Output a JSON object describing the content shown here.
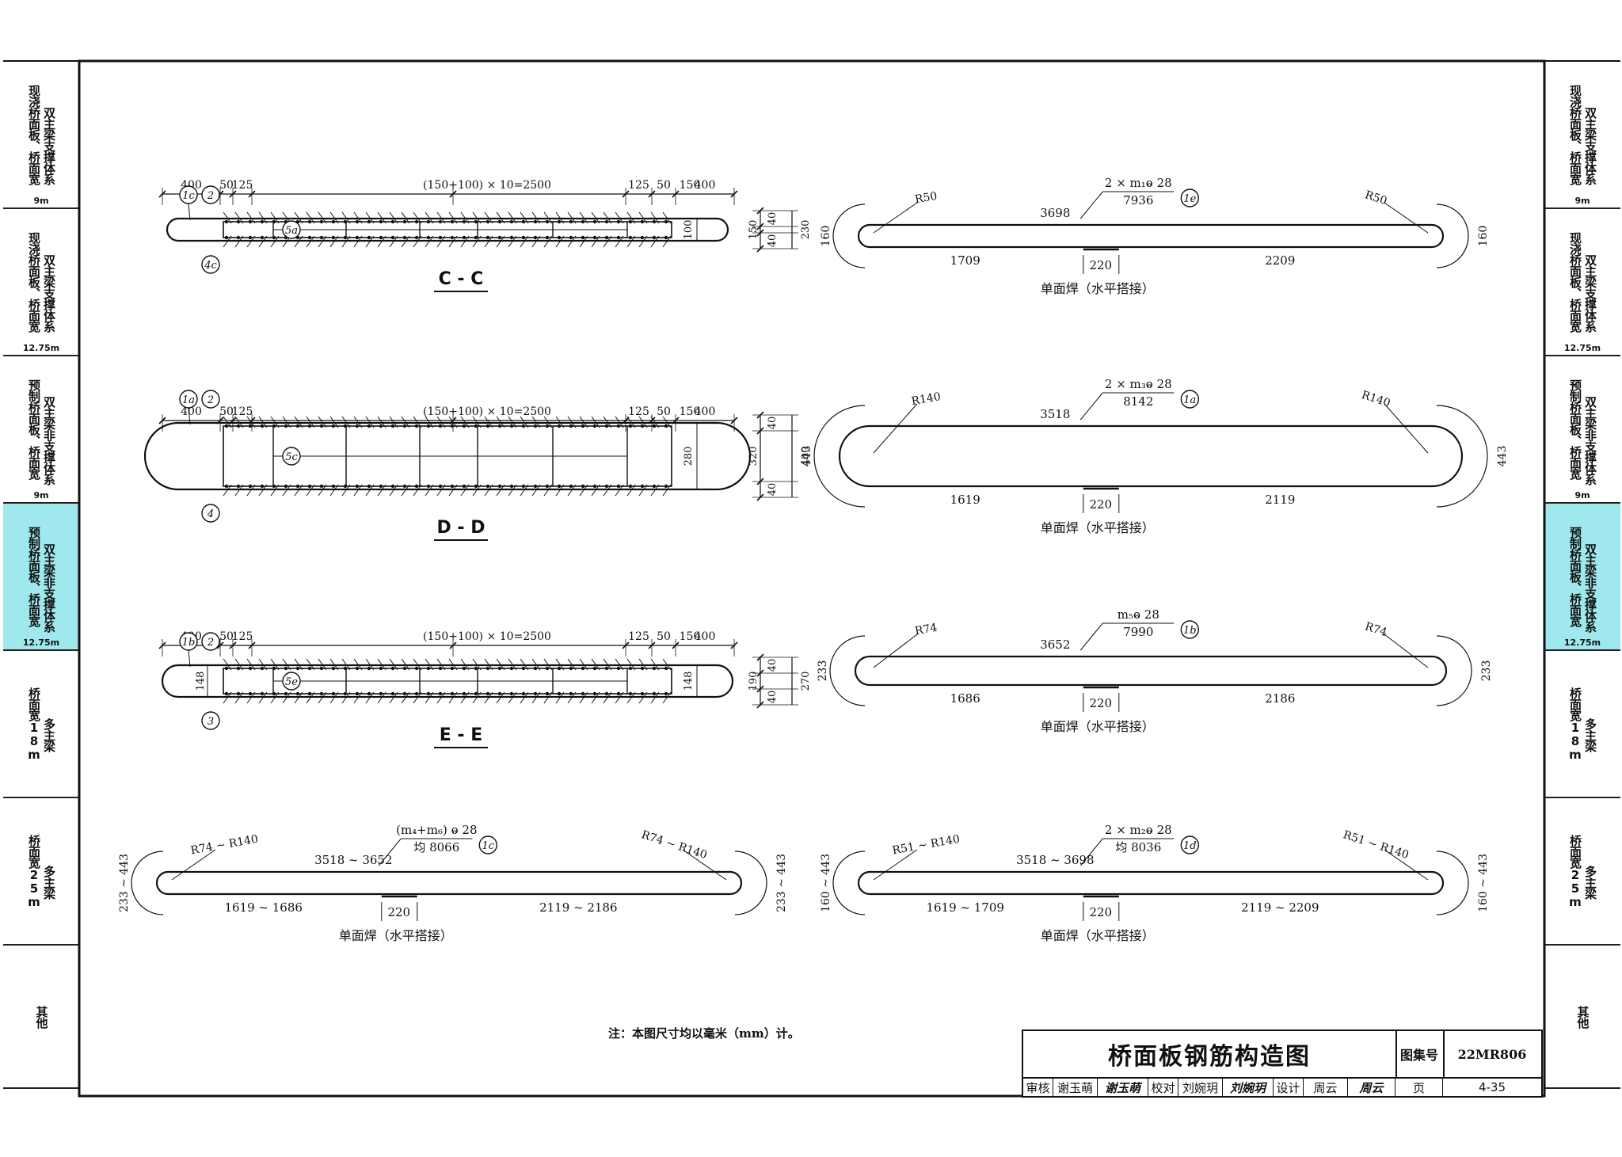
{
  "sidebar": {
    "items": [
      {
        "col1": "现浇桥面板、桥面宽",
        "col2": "双主梁支撑体系",
        "width": "9m",
        "active": false
      },
      {
        "col1": "现浇桥面板、桥面宽",
        "col2": "双主梁支撑体系",
        "width": "12.75m",
        "active": false
      },
      {
        "col1": "预制桥面板、桥面宽",
        "col2": "双主梁非支撑体系",
        "width": "9m",
        "active": false
      },
      {
        "col1": "预制桥面板、桥面宽",
        "col2": "双主梁非支撑体系",
        "width": "12.75m",
        "active": true
      },
      {
        "col1": "桥面宽18m",
        "col2": "多主梁",
        "width": "",
        "active": false
      },
      {
        "col1": "桥面宽25m",
        "col2": "多主梁",
        "width": "",
        "active": false
      },
      {
        "col1": "其他",
        "col2": "",
        "width": "",
        "active": false
      }
    ]
  },
  "sections": [
    {
      "label": "C - C",
      "dims": [
        "400",
        "50",
        "125",
        "(150+100) × 10=2500",
        "150",
        "125",
        "50",
        "400"
      ],
      "height_dims": [
        "40",
        "150",
        "40",
        "230"
      ],
      "left_dim": "",
      "right_dim": "100",
      "tags": [
        "1c",
        "2",
        "5a",
        "4c"
      ]
    },
    {
      "label": "D - D",
      "dims": [
        "400",
        "50",
        "125",
        "(150+100) × 10=2500",
        "150",
        "125",
        "50",
        "400"
      ],
      "height_dims": [
        "40",
        "320",
        "40",
        "400"
      ],
      "left_dim": "",
      "right_dim": "280",
      "tags": [
        "1a",
        "2",
        "5c",
        "4"
      ]
    },
    {
      "label": "E - E",
      "dims": [
        "400",
        "50",
        "125",
        "(150+100) × 10=2500",
        "150",
        "125",
        "50",
        "400"
      ],
      "height_dims": [
        "40",
        "190",
        "40",
        "270"
      ],
      "left_dim": "148",
      "right_dim": "148",
      "tags": [
        "1b",
        "2",
        "5e",
        "3"
      ]
    }
  ],
  "bars": [
    {
      "id": "1e",
      "spec": "2 × m₁ⱺ 28",
      "total": "7936",
      "top": "3698",
      "left_bot": "1709",
      "right_bot": "2209",
      "lap": "220",
      "weld": "单面焊（水平搭接）",
      "r_left": "R50",
      "r_right": "R50",
      "h_left": "160",
      "h_right": "160"
    },
    {
      "id": "1a",
      "spec": "2 × m₃ⱺ 28",
      "total": "8142",
      "top": "3518",
      "left_bot": "1619",
      "right_bot": "2119",
      "lap": "220",
      "weld": "单面焊（水平搭接）",
      "r_left": "R140",
      "r_right": "R140",
      "h_left": "443",
      "h_right": "443"
    },
    {
      "id": "1b",
      "spec": "m₅ⱺ 28",
      "total": "7990",
      "top": "3652",
      "left_bot": "1686",
      "right_bot": "2186",
      "lap": "220",
      "weld": "单面焊（水平搭接）",
      "r_left": "R74",
      "r_right": "R74",
      "h_left": "233",
      "h_right": "233"
    },
    {
      "id": "1c",
      "spec": "(m₄+m₆) ⱺ 28",
      "total": "均  8066",
      "top": "3518 ~ 3652",
      "left_bot": "1619 ~ 1686",
      "right_bot": "2119 ~ 2186",
      "lap": "220",
      "weld": "单面焊（水平搭接）",
      "r_left": "R74 ~ R140",
      "r_right": "R74 ~ R140",
      "h_left": "233 ~ 443",
      "h_right": "233 ~ 443"
    },
    {
      "id": "1d",
      "spec": "2 × m₂ⱺ 28",
      "total": "均  8036",
      "top": "3518 ~ 3698",
      "left_bot": "1619 ~ 1709",
      "right_bot": "2119 ~ 2209",
      "lap": "220",
      "weld": "单面焊（水平搭接）",
      "r_left": "R51 ~ R140",
      "r_right": "R51 ~ R140",
      "h_left": "160 ~ 443",
      "h_right": "160 ~ 443"
    }
  ],
  "note": "注：本图尺寸均以毫米（mm）计。",
  "title_block": {
    "title": "桥面板钢筋构造图",
    "atlas_label": "图集号",
    "atlas_no": "22MR806",
    "review_label": "审核",
    "reviewer": "谢玉萌",
    "reviewer_sig": "谢玉萌",
    "check_label": "校对",
    "checker": "刘婉玥",
    "checker_sig": "刘婉玥",
    "design_label": "设计",
    "designer": "周云",
    "designer_sig": "周云",
    "page_label": "页",
    "page_no": "4-35"
  }
}
